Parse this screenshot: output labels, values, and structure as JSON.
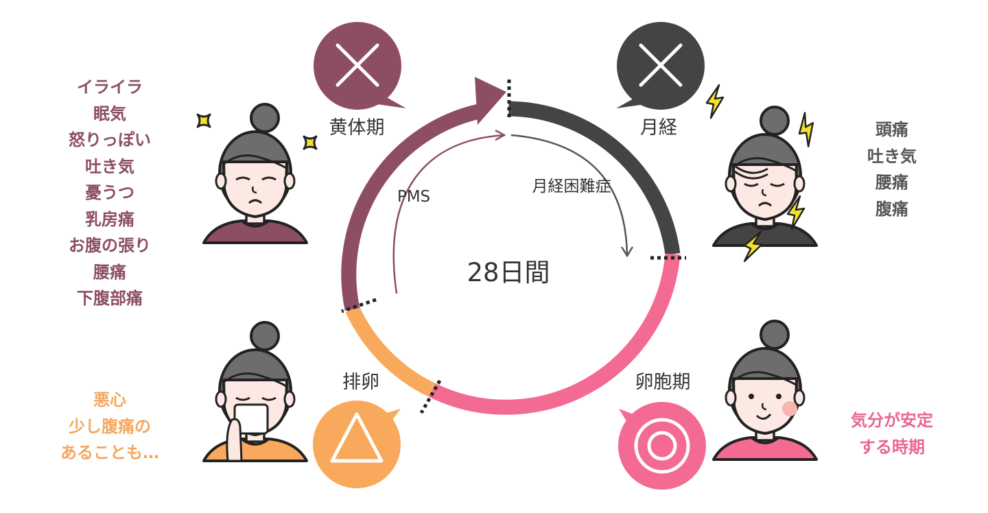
{
  "diagram": {
    "center_label": "28日間",
    "inner_arrows": {
      "pms": "PMS",
      "dysmenorrhea": "月経困難症"
    },
    "phases": [
      {
        "id": "menstrual",
        "name": "月経",
        "mark": "×",
        "color": "#444444",
        "symptoms": [
          "頭痛",
          "吐き気",
          "腰痛",
          "腹痛"
        ]
      },
      {
        "id": "follicular",
        "name": "卵胞期",
        "mark": "◎",
        "color": "#f36a92",
        "symptoms": [
          "気分が安定",
          "する時期"
        ]
      },
      {
        "id": "ovulation",
        "name": "排卵",
        "mark": "△",
        "color": "#f9a95b",
        "symptoms": [
          "悪心",
          "少し腹痛の",
          "あることも…"
        ]
      },
      {
        "id": "luteal",
        "name": "黄体期",
        "mark": "×",
        "color": "#8c4d65",
        "symptoms": [
          "イライラ",
          "眠気",
          "怒りっぽい",
          "吐き気",
          "憂うつ",
          "乳房痛",
          "お腹の張り",
          "腰痛",
          "下腹部痛"
        ]
      }
    ],
    "colors": {
      "menstrual": "#444444",
      "follicular": "#f36a92",
      "ovulation": "#f9a95b",
      "luteal": "#8c4d65",
      "skin": "#fde9e3",
      "hair": "#6d6d6d",
      "outline": "#222222",
      "lightning": "#f5e12a",
      "cheek": "#f9b5b0"
    }
  }
}
